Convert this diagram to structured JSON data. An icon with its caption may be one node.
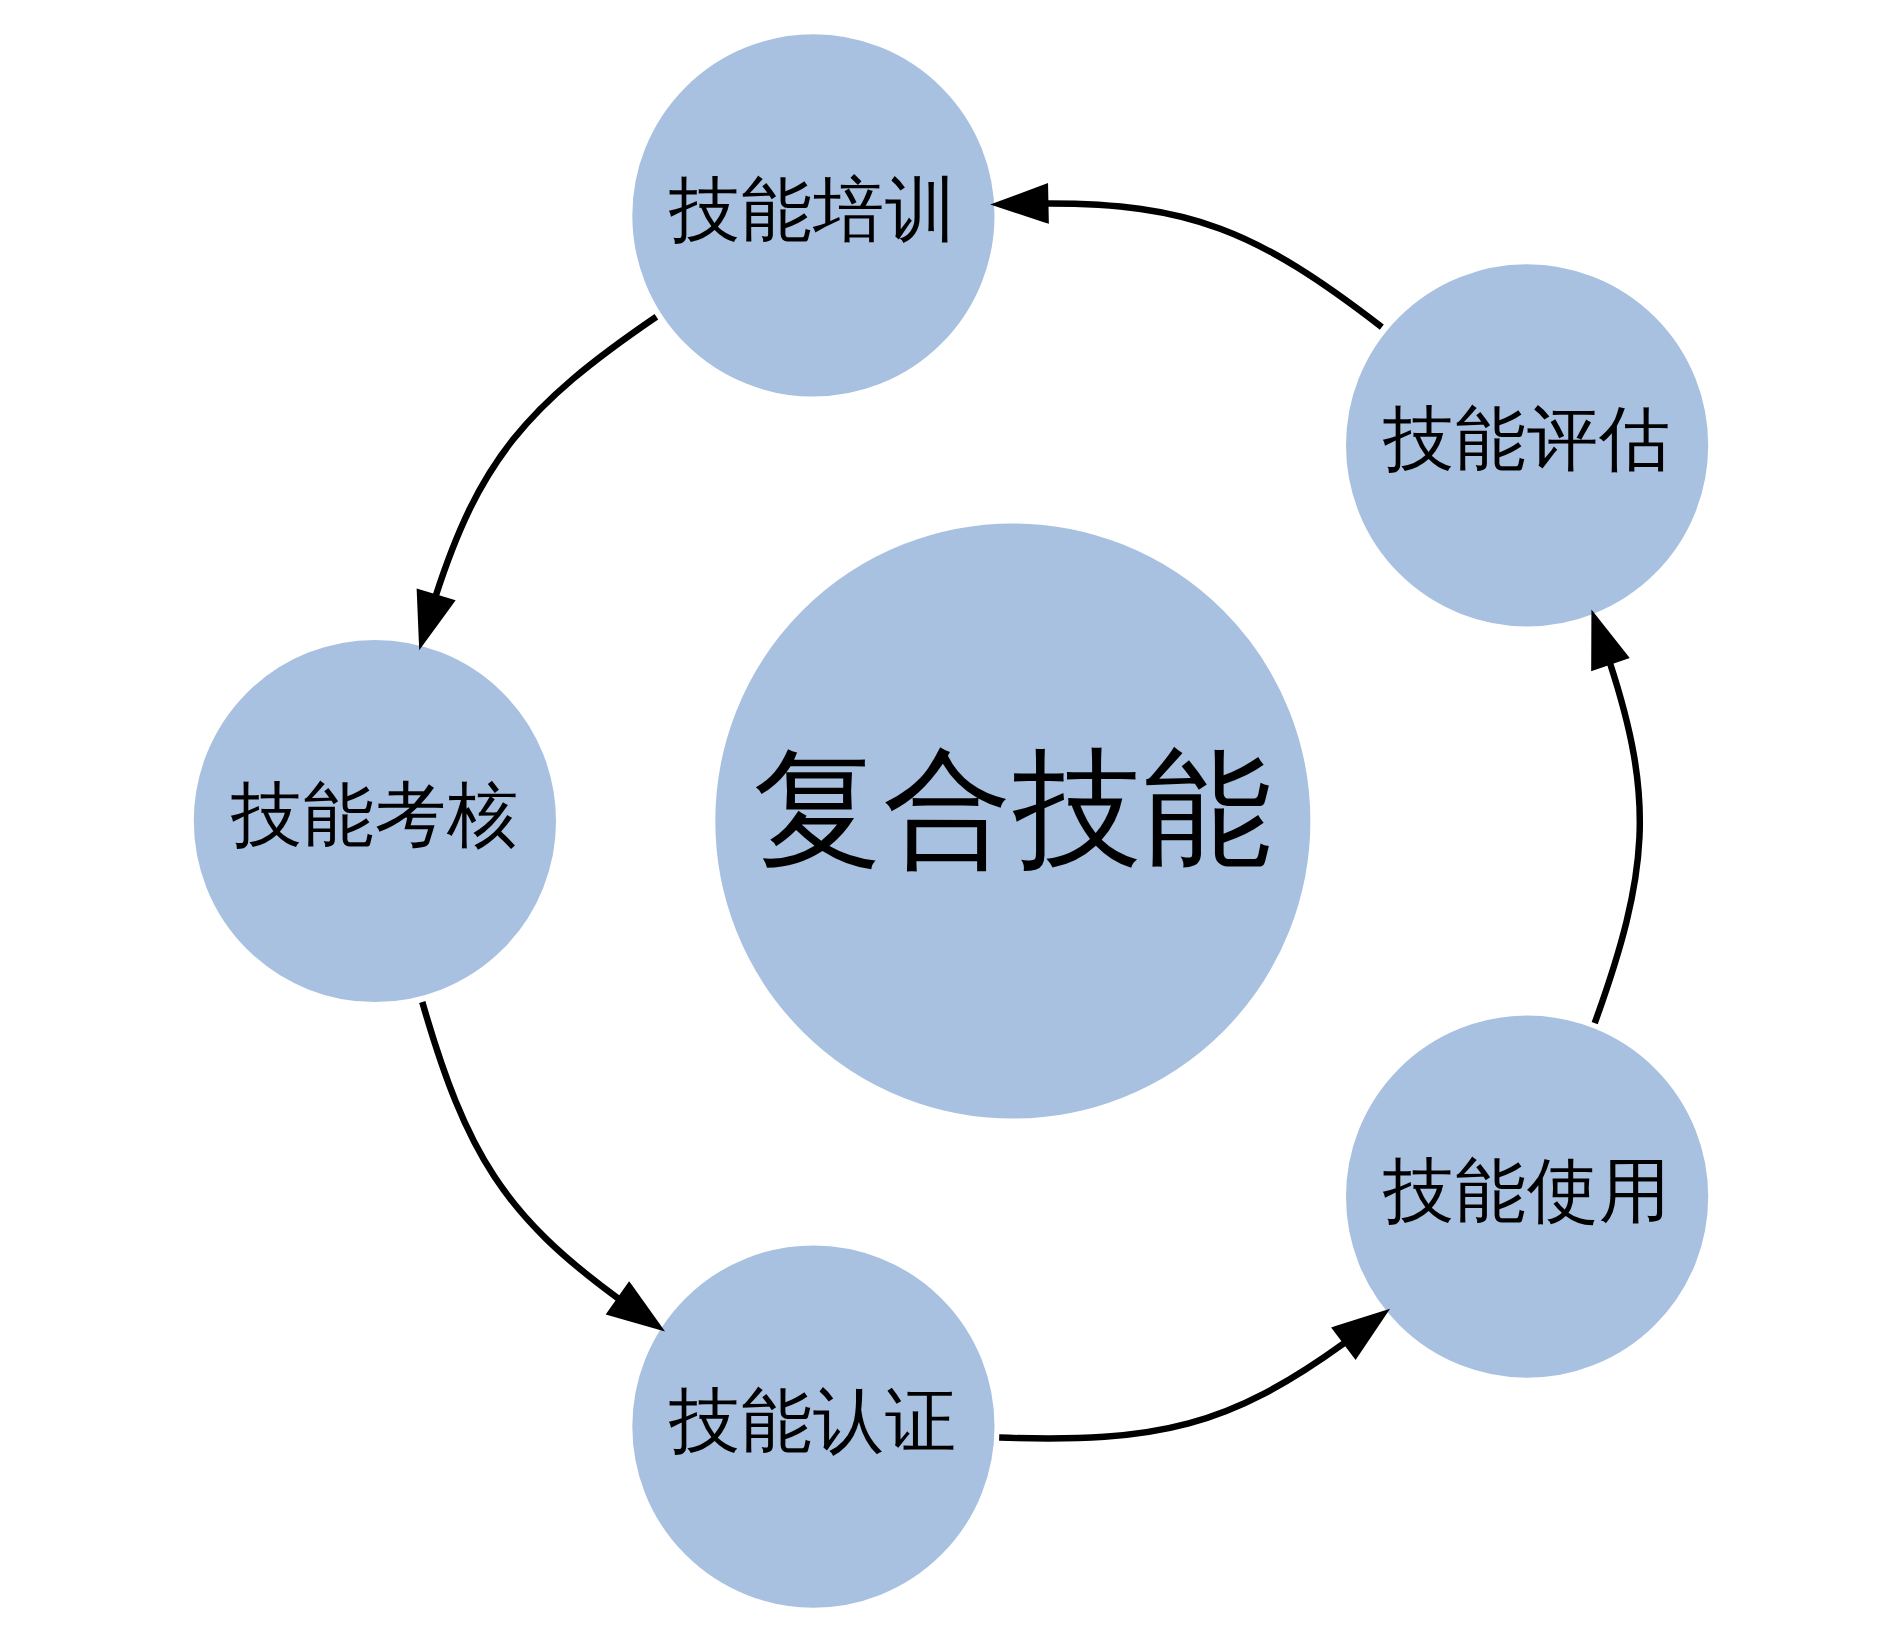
{
  "diagram": {
    "nodes": [
      {
        "text": [
          "复合技能"
        ]
      },
      {
        "text": [
          "技能评估"
        ]
      },
      {
        "text": [
          "技能培训"
        ]
      },
      {
        "text": [
          "技能考核"
        ]
      },
      {
        "text": [
          "技能认证"
        ]
      },
      {
        "text": [
          "技能使用"
        ]
      }
    ],
    "edges": [
      {
        "from": 1,
        "to": 2,
        "arrow": "to"
      },
      {
        "from": 2,
        "to": 3,
        "arrow": "to"
      },
      {
        "from": 3,
        "to": 4,
        "arrow": "to"
      },
      {
        "from": 4,
        "to": 5,
        "arrow": "to"
      },
      {
        "from": 5,
        "to": 1,
        "arrow": "to"
      }
    ]
  }
}
